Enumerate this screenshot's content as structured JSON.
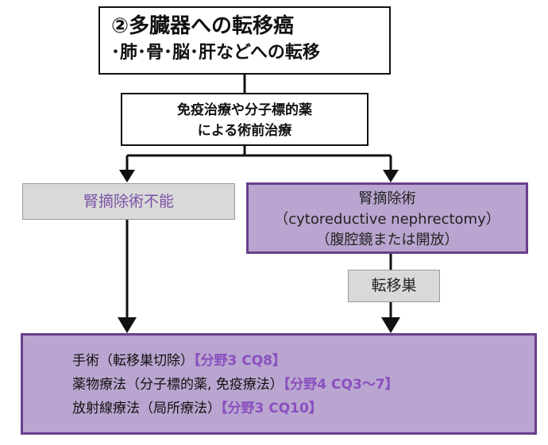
{
  "title": {
    "line1": "②多臓器への転移癌",
    "line2": "･肺･骨･脳･肝などへの転移"
  },
  "preop": {
    "line1": "免疫治療や分子標的薬",
    "line2": "による術前治療"
  },
  "left_branch": {
    "label": "腎摘除術不能"
  },
  "right_branch": {
    "line1": "腎摘除術",
    "line2": "（cytoreductive nephrectomy）",
    "line3": "（腹腔鏡または開放）"
  },
  "metastasis": {
    "label": "転移巣"
  },
  "treatments": [
    {
      "text": "手術（転移巣切除）",
      "ref": "【分野3 CQ8】"
    },
    {
      "text": "薬物療法（分子標的薬, 免疫療法）",
      "ref": "【分野4 CQ3～7】"
    },
    {
      "text": "放射線療法（局所療法）",
      "ref": "【分野3 CQ10】"
    }
  ],
  "colors": {
    "purple_fill": "#b9a5cf",
    "purple_border": "#6a3f8c",
    "gray_fill": "#d9d9d9",
    "ref_text": "#8a4fc0"
  }
}
